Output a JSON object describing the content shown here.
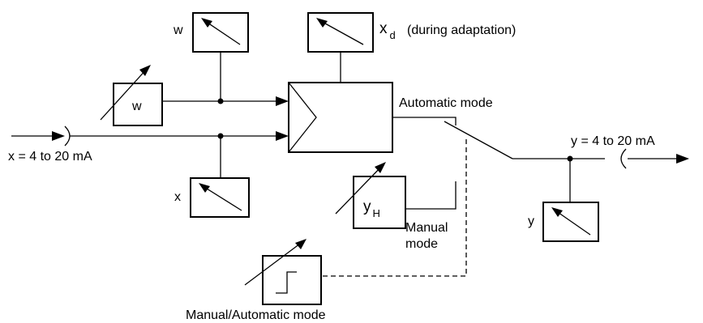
{
  "labels": {
    "w_indicator": "w",
    "w_source": "w",
    "x_indicator": "x",
    "xd_main": "x",
    "xd_sub": "d",
    "xd_note": "(during adaptation)",
    "input_signal": "x = 4 to 20 mA",
    "output_signal": "y = 4 to 20 mA",
    "automatic_mode": "Automatic mode",
    "manual_mode_line1": "Manual",
    "manual_mode_line2": "mode",
    "yh_main": "y",
    "yh_sub": "H",
    "y_indicator": "y",
    "manual_auto_switch": "Manual/Automatic mode"
  }
}
